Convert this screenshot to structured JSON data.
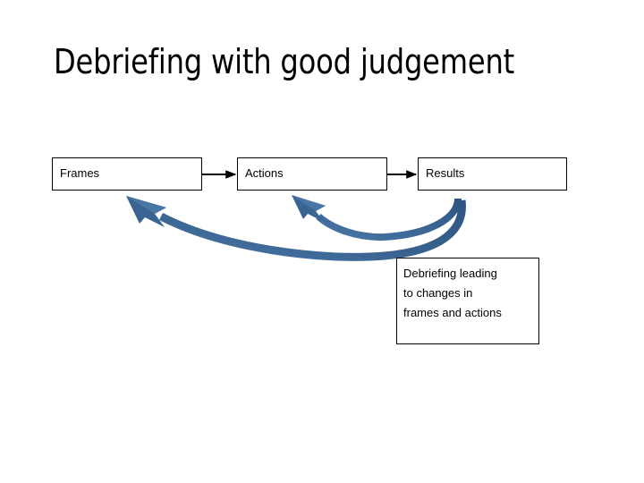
{
  "slide": {
    "title": "Debriefing with good judgement",
    "background_color": "#ffffff",
    "text_color": "#000000"
  },
  "flow": {
    "boxes": [
      {
        "id": "frames",
        "label": "Frames"
      },
      {
        "id": "actions",
        "label": "Actions"
      },
      {
        "id": "results",
        "label": "Results"
      }
    ],
    "connectors": [
      {
        "from": "frames",
        "to": "actions",
        "style": "straight-arrow",
        "color": "#000000"
      },
      {
        "from": "actions",
        "to": "results",
        "style": "straight-arrow",
        "color": "#000000"
      }
    ],
    "feedback_arrows": [
      {
        "from": "results",
        "to": "frames",
        "style": "curved-arrow",
        "color": "#3a6593"
      },
      {
        "from": "results",
        "to": "actions",
        "style": "curved-arrow",
        "color": "#3a6593"
      }
    ]
  },
  "note": {
    "text": "Debriefing leading to changes in frames and actions",
    "lines": [
      "Debriefing leading",
      "to changes in",
      "frames and actions"
    ]
  },
  "colors": {
    "arrow_blue": "#3a6593",
    "arrow_blue_dark": "#2e5580",
    "arrow_blue_light": "#4a76a6",
    "outline_black": "#000000",
    "background": "#ffffff"
  }
}
